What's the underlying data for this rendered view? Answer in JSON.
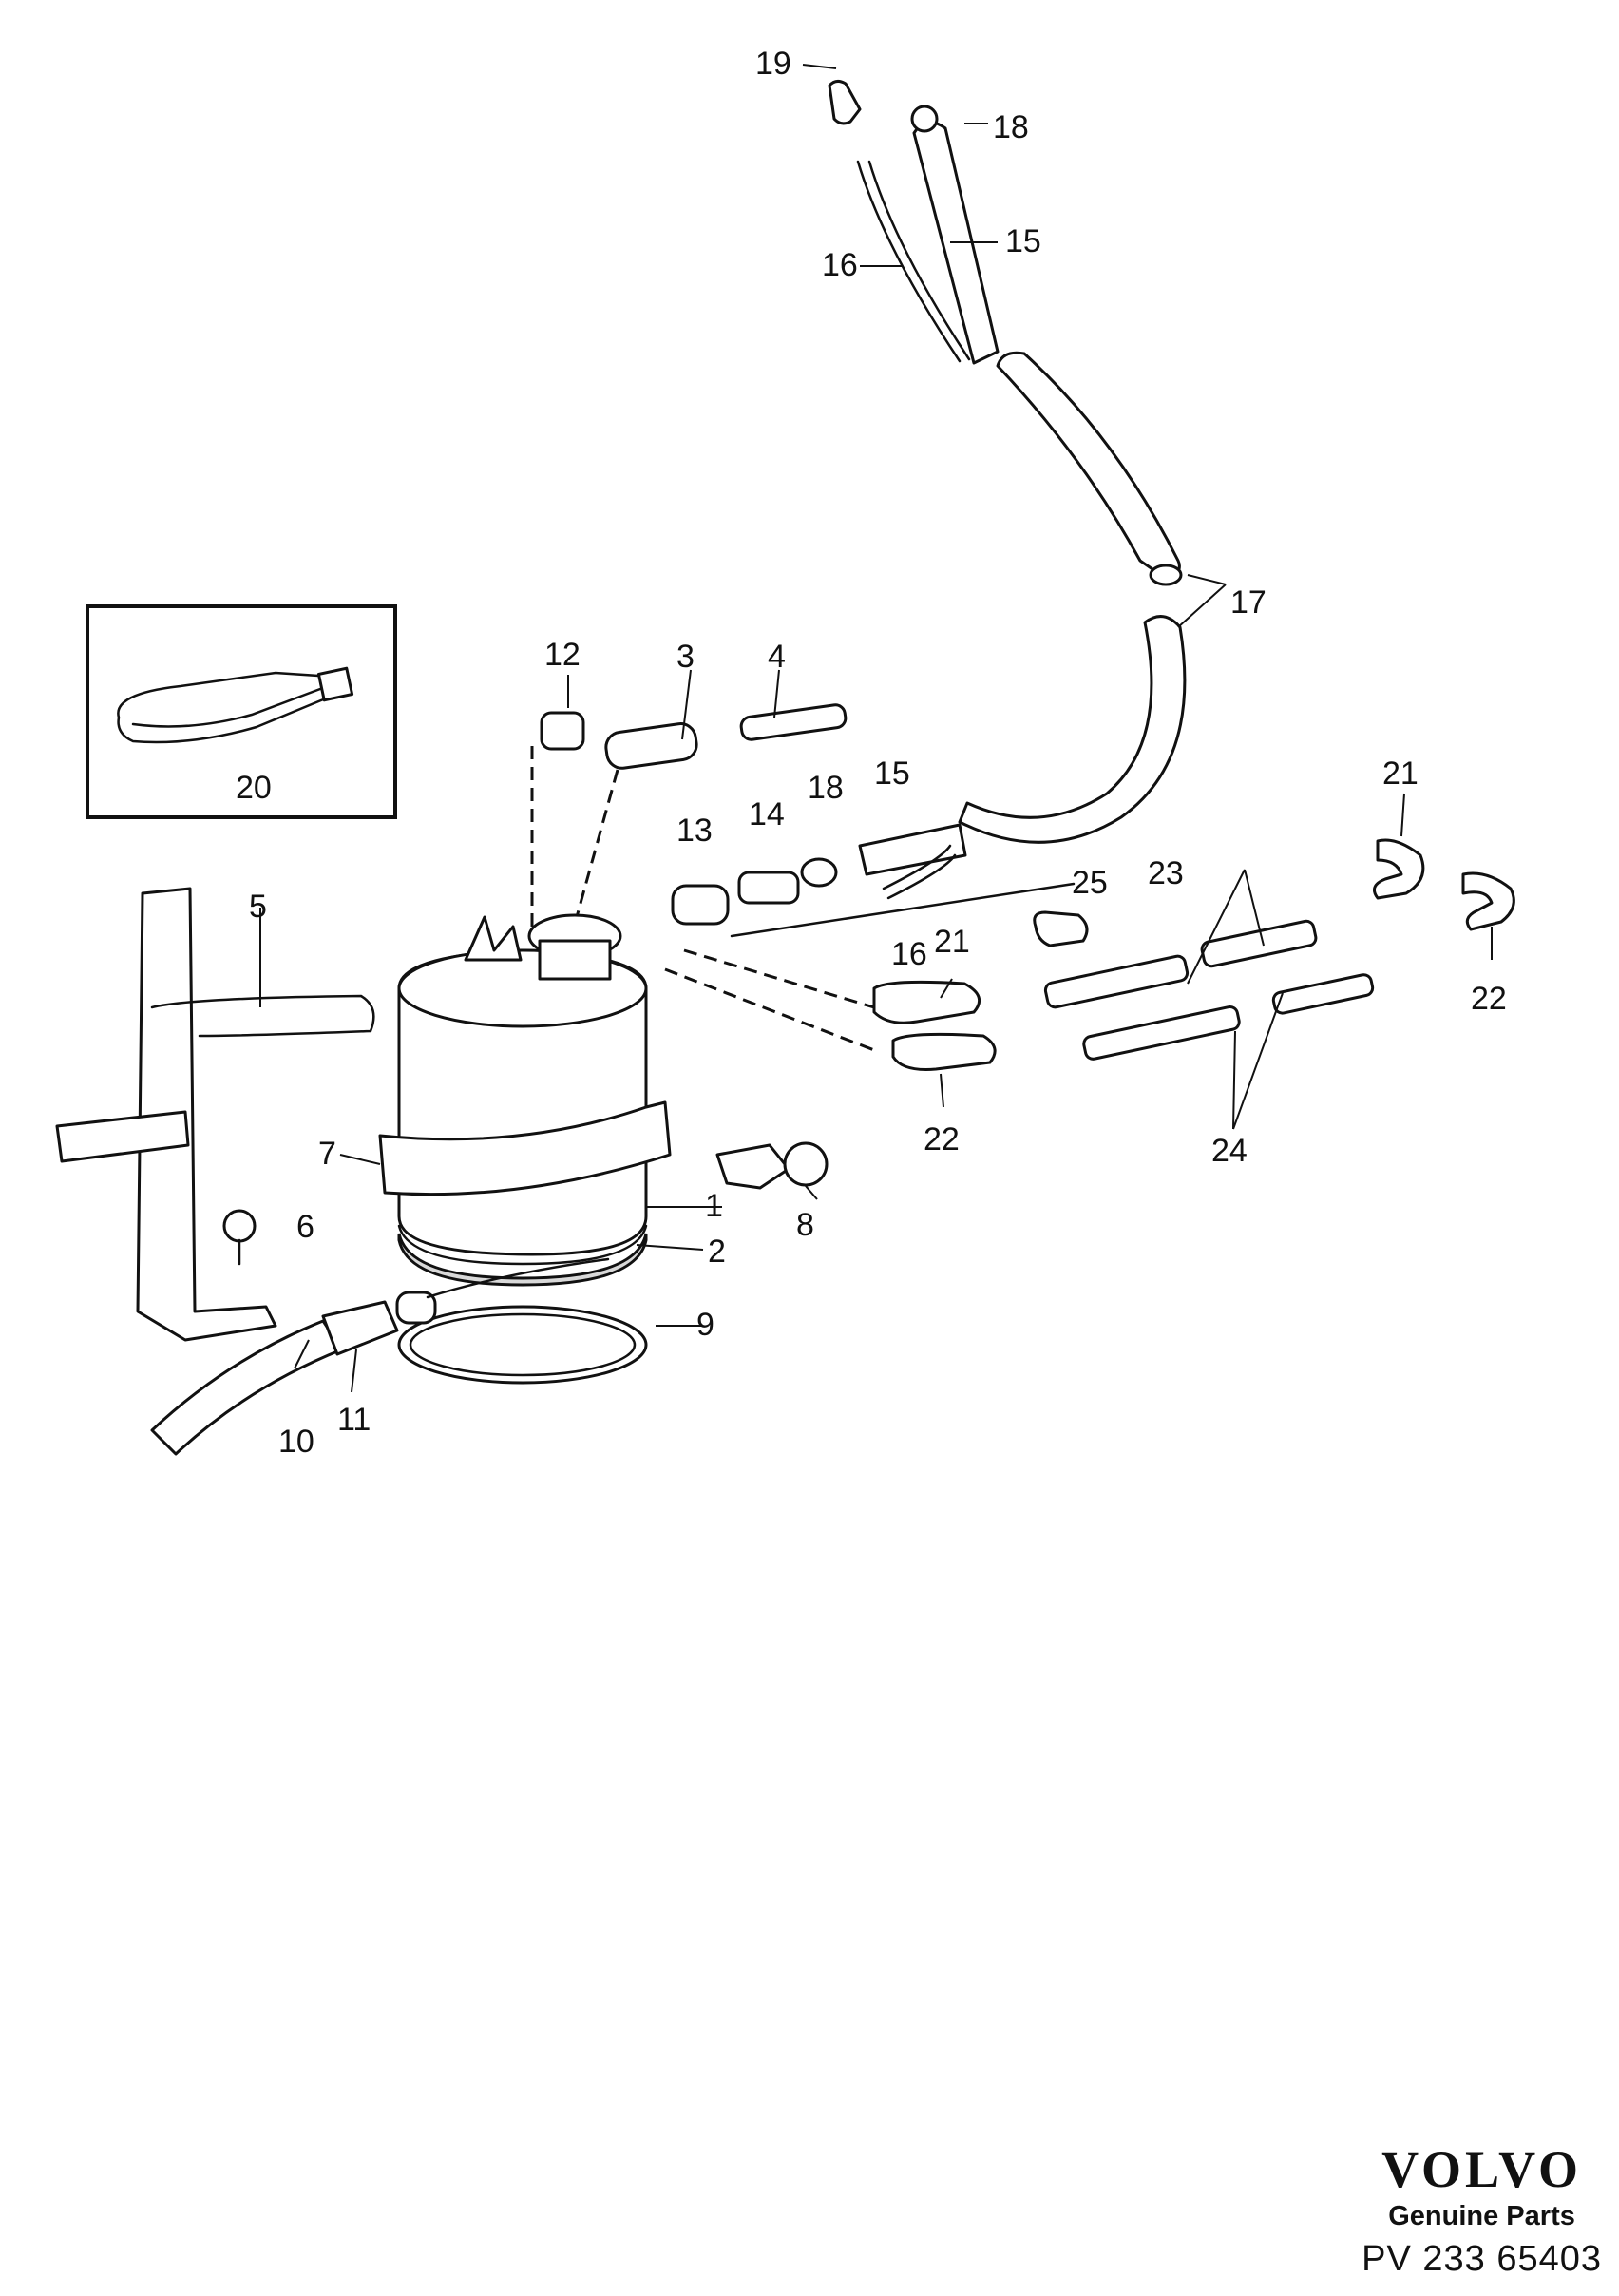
{
  "diagram": {
    "callouts": [
      "1",
      "2",
      "3",
      "4",
      "5",
      "6",
      "7",
      "8",
      "9",
      "10",
      "11",
      "12",
      "13",
      "14",
      "15",
      "16",
      "17",
      "18",
      "19",
      "20",
      "21",
      "22",
      "23",
      "24",
      "25"
    ],
    "callout_labels": {
      "n1": "1",
      "n2": "2",
      "n3": "3",
      "n4": "4",
      "n5": "5",
      "n6": "6",
      "n7": "7",
      "n8": "8",
      "n9": "9",
      "n10": "10",
      "n11": "11",
      "n12": "12",
      "n13": "13",
      "n14": "14",
      "n15": "15",
      "n16": "16",
      "n17": "17",
      "n18": "18",
      "n19": "19",
      "n20": "20",
      "n21": "21",
      "n22": "22",
      "n23": "23",
      "n24": "24",
      "n25": "25"
    }
  },
  "footer": {
    "brand": "VOLVO",
    "tagline": "Genuine Parts",
    "plate_number": "PV 233  65403"
  }
}
